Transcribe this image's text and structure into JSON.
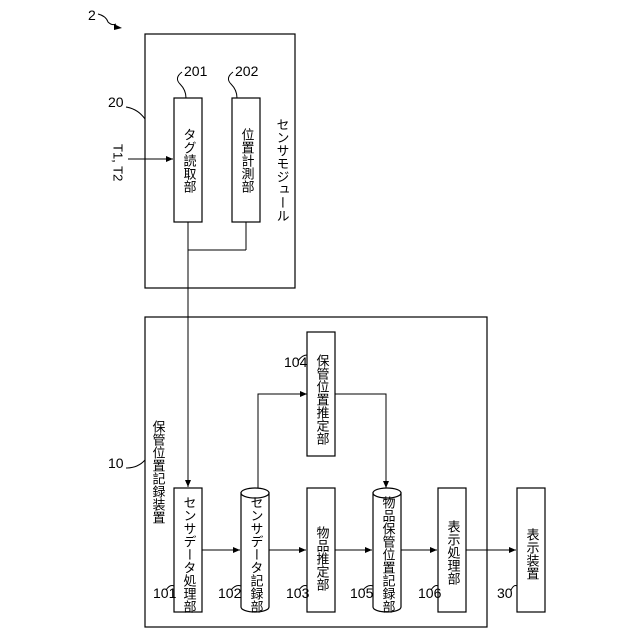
{
  "figure_ref": "2",
  "sensor_module": {
    "ref": "20",
    "label": "センサモジュール",
    "input_label": "T1, T2",
    "tag_reader": {
      "ref": "201",
      "label": "タグ読取部"
    },
    "position_measurer": {
      "ref": "202",
      "label": "位置計測部"
    }
  },
  "recording_device": {
    "ref": "10",
    "label": "保管位置記録装置",
    "sensor_data_processor": {
      "ref": "101",
      "label": "センサデータ処理部"
    },
    "sensor_data_recorder": {
      "ref": "102",
      "label": "センサデータ記録部"
    },
    "item_estimator": {
      "ref": "103",
      "label": "物品推定部"
    },
    "storage_position_estimator": {
      "ref": "104",
      "label": "保管位置推定部"
    },
    "item_storage_position_recorder": {
      "ref": "105",
      "label": "物品保管位置記録部"
    },
    "display_processor": {
      "ref": "106",
      "label": "表示処理部"
    }
  },
  "display_device": {
    "ref": "30",
    "label": "表示装置"
  }
}
